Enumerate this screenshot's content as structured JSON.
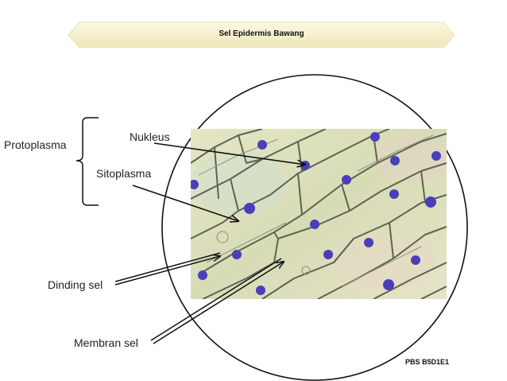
{
  "title": "Sel Epidermis Bawang",
  "labels": {
    "protoplasma": "Protoplasma",
    "nukleus": "Nukleus",
    "sitoplasma": "Sitoplasma",
    "dinding_sel": "Dinding sel",
    "membran_sel": "Membran sel"
  },
  "footer_code": "PBS B5D1E1",
  "colors": {
    "banner_fill": "#f6f1cf",
    "micrograph_bg": "#dfe2bf",
    "cell_wall": "#56624e",
    "nucleus": "#4a3fb8"
  }
}
